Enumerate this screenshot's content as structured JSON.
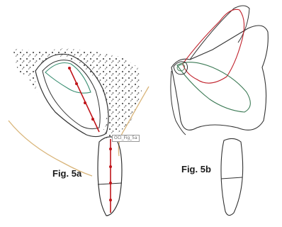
{
  "figure_a": {
    "label": "Fig. 5a",
    "tag": "OCI_Fig_5a"
  },
  "figure_b": {
    "label": "Fig. 5b"
  },
  "colors": {
    "outline": "#333333",
    "arrow": "#c0151a",
    "pulp": "#3a8f72",
    "gum_line": "#d9b57a",
    "red_outline": "#c0202a",
    "green_outline": "#3c7a55",
    "stipple": "#555555"
  }
}
